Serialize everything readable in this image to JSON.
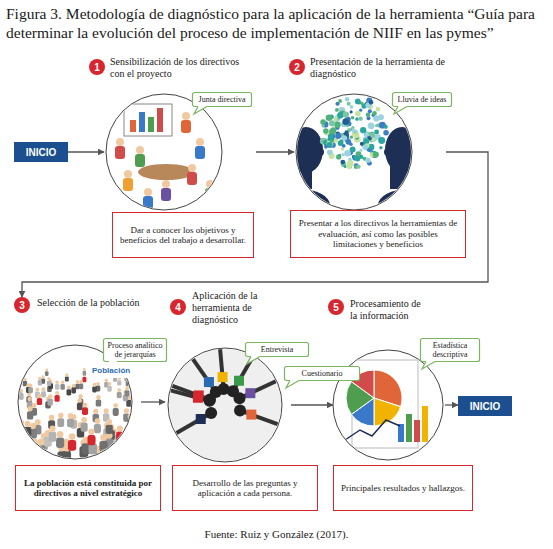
{
  "diagram": {
    "title": "Figura 3. Metodología de diagnóstico para la aplicación de la herramienta “Guía para determinar la evolución del proceso de implementación de NIIF en las pymes”",
    "caption": "Fuente: Ruiz y González (2017).",
    "nodes": [
      {
        "text": [
          "INICIO"
        ]
      },
      {
        "text": [
          "Sensibilización de los directivos con el proyecto"
        ]
      },
      {
        "text": [
          "Junta directiva"
        ]
      },
      {
        "text": [
          "Dar a conocer los objetivos y beneficios del trabajo a desarrollar."
        ]
      },
      {
        "text": [
          "Presentación de la herramienta de diagnóstico"
        ]
      },
      {
        "text": [
          "Lluvia de ideas"
        ]
      },
      {
        "text": [
          "Presentar a los directivos la herramientas de evaluación, así como las posibles limitaciones y beneficios"
        ]
      },
      {
        "text": [
          "Selección de la población"
        ]
      },
      {
        "text": [
          "Proceso analítico de jerarquías"
        ]
      },
      {
        "text": [
          "La población está constituida por directivos a nivel estratégico"
        ]
      },
      {
        "text": [
          "Aplicación de la herramienta de diagnóstico"
        ]
      },
      {
        "text": [
          "Entrevista"
        ]
      },
      {
        "text": [
          "Cuestionario"
        ]
      },
      {
        "text": [
          "Desarrollo de las preguntas y aplicación a cada persona."
        ]
      },
      {
        "text": [
          "Procesamiento de la información"
        ]
      },
      {
        "text": [
          "Estadística descriptiva"
        ]
      },
      {
        "text": [
          "Principales resultados y hallazgos."
        ]
      },
      {
        "text": [
          "INICIO"
        ]
      }
    ],
    "edges": [
      {
        "from": 0,
        "to": 1,
        "arrow": "to"
      },
      {
        "from": 1,
        "to": 4,
        "arrow": "to"
      },
      {
        "from": 4,
        "to": 7,
        "arrow": "to"
      },
      {
        "from": 7,
        "to": 10,
        "arrow": "to"
      },
      {
        "from": 10,
        "to": 14,
        "arrow": "to"
      },
      {
        "from": 14,
        "to": 17,
        "arrow": "to"
      }
    ],
    "labels": [
      "1",
      "2",
      "3",
      "4",
      "5",
      "Población"
    ]
  }
}
